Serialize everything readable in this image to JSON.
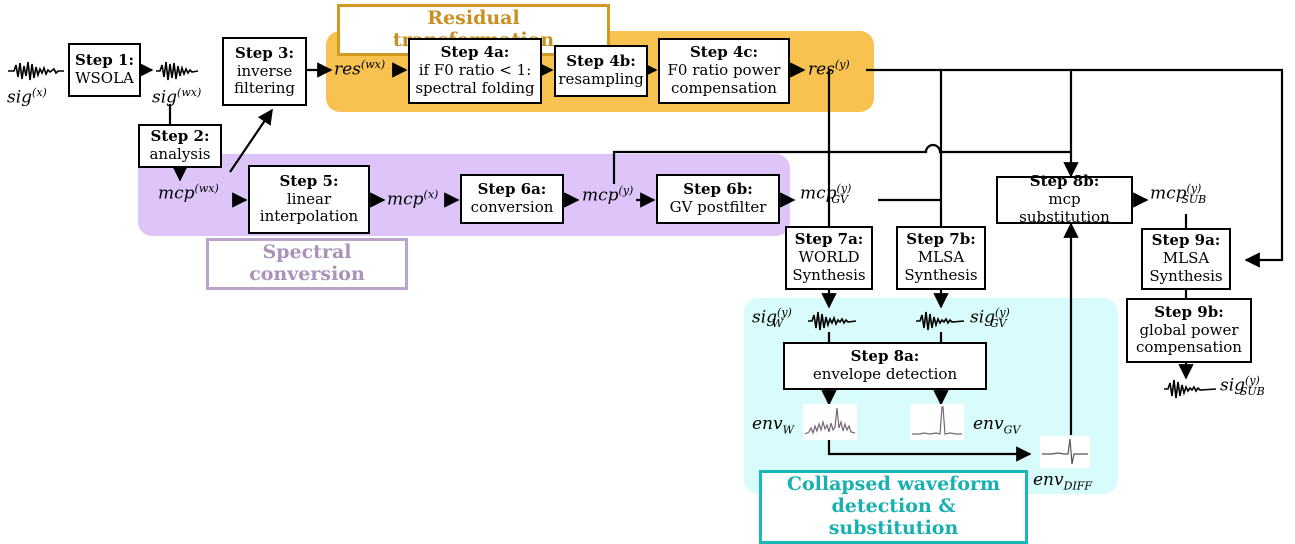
{
  "regions": {
    "residual": {
      "label": "Residual transformation",
      "color": "#f7c24f",
      "border": "#d19a22"
    },
    "spectral": {
      "label": "Spectral conversion",
      "color": "#ddc5fa",
      "border": "#b9a5c9"
    },
    "collapsed": {
      "label": "Collapsed waveform\ndetection & substitution",
      "color": "#d8fbfb",
      "border": "#18b8b8"
    }
  },
  "steps": {
    "s1": {
      "title": "Step 1:",
      "body": "WSOLA"
    },
    "s2": {
      "title": "Step 2:",
      "body": "analysis"
    },
    "s3": {
      "title": "Step 3:",
      "body": "inverse\nfiltering"
    },
    "s4a": {
      "title": "Step 4a:",
      "body": "if F0 ratio < 1:\nspectral folding"
    },
    "s4b": {
      "title": "Step 4b:",
      "body": "resampling"
    },
    "s4c": {
      "title": "Step 4c:",
      "body": "F0 ratio power\ncompensation"
    },
    "s5": {
      "title": "Step 5:",
      "body": "linear\ninterpolation"
    },
    "s6a": {
      "title": "Step 6a:",
      "body": "conversion"
    },
    "s6b": {
      "title": "Step 6b:",
      "body": "GV postfilter"
    },
    "s7a": {
      "title": "Step 7a:",
      "body": "WORLD\nSynthesis"
    },
    "s7b": {
      "title": "Step 7b:",
      "body": "MLSA\nSynthesis"
    },
    "s8a": {
      "title": "Step 8a:",
      "body": "envelope detection"
    },
    "s8b": {
      "title": "Step 8b:",
      "body": "mcp\nsubstitution"
    },
    "s9a": {
      "title": "Step 9a:",
      "body": "MLSA\nSynthesis"
    },
    "s9b": {
      "title": "Step 9b:",
      "body": "global power\ncompensation"
    }
  },
  "symbols": {
    "sig_x": {
      "base": "sig",
      "sup": "(x)",
      "sub": ""
    },
    "sig_wx": {
      "base": "sig",
      "sup": "(wx)",
      "sub": ""
    },
    "res_wx": {
      "base": "res",
      "sup": "(wx)",
      "sub": ""
    },
    "res_y": {
      "base": "res",
      "sup": "(y)",
      "sub": ""
    },
    "mcp_wx": {
      "base": "mcp",
      "sup": "(wx)",
      "sub": ""
    },
    "mcp_x": {
      "base": "mcp",
      "sup": "(x)",
      "sub": ""
    },
    "mcp_y": {
      "base": "mcp",
      "sup": "(y)",
      "sub": ""
    },
    "mcp_gv": {
      "base": "mcp",
      "sup": "(y)",
      "sub": "GV"
    },
    "mcp_sub": {
      "base": "mcp",
      "sup": "(y)",
      "sub": "SUB"
    },
    "sig_w": {
      "base": "sig",
      "sup": "(y)",
      "sub": "W"
    },
    "sig_gv": {
      "base": "sig",
      "sup": "(y)",
      "sub": "GV"
    },
    "sig_sub": {
      "base": "sig",
      "sup": "(y)",
      "sub": "SUB"
    },
    "env_w": {
      "base": "env",
      "sup": "",
      "sub": "W"
    },
    "env_gv": {
      "base": "env",
      "sup": "",
      "sub": "GV"
    },
    "env_diff": {
      "base": "env",
      "sup": "",
      "sub": "DIFF"
    }
  }
}
